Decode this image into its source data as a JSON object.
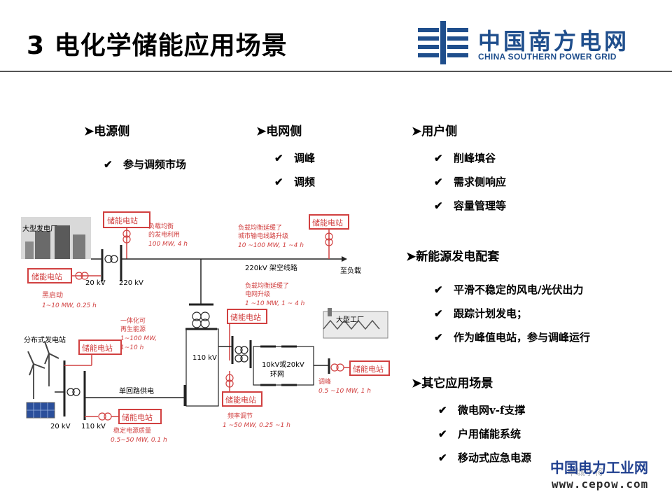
{
  "header": {
    "title": "3 电化学储能应用场景",
    "logo_cn": "中国南方电网",
    "logo_en": "CHINA SOUTHERN POWER GRID",
    "brand_color": "#1f4e8c"
  },
  "sections": {
    "source": {
      "title": "➤电源侧",
      "items": [
        "参与调频市场"
      ]
    },
    "grid": {
      "title": "➤电网侧",
      "items": [
        "调峰",
        "调频"
      ]
    },
    "user": {
      "title": "➤用户侧",
      "items": [
        "削峰填谷",
        "需求侧响应",
        "容量管理等"
      ]
    },
    "renewable": {
      "title": "➤新能源发电配套",
      "items": [
        "平滑不稳定的风电/光伏出力",
        "跟踪计划发电；",
        "作为峰值电站，参与调峰运行"
      ]
    },
    "other": {
      "title": "➤其它应用场景",
      "items": [
        "微电网v-f支撑",
        "户用储能系统",
        "移动式应急电源"
      ]
    }
  },
  "check_mark": "✔",
  "diagram": {
    "plant": "大型发电厂",
    "storage": "储能电站",
    "kv20": "20 kV",
    "kv220": "220 kV",
    "kv110": "110 kV",
    "line220": "220kV 架空线路",
    "to_load": "至负载",
    "blackstart_label": "黑启动",
    "blackstart_spec": "1~10 MW, 0.25 h",
    "balance_gen_1": "负载均衡",
    "balance_gen_2": "的发电利用",
    "balance_gen_spec": "100 MW, 4 h",
    "balance_city_1": "负载均衡延缓了",
    "balance_city_2": "城市输电线路升级",
    "balance_city_spec": "10 ~100 MW, 1 ~4 h",
    "balance_net_1": "负载均衡延缓了",
    "balance_net_2": "电网升级",
    "balance_net_spec": "1 ~10 MW, 1 ~ 4 h",
    "integrate_1": "一体化可",
    "integrate_2": "再生能源",
    "integrate_spec1": "1~100 MW,",
    "integrate_spec2": "1~10 h",
    "distributed": "分布式发电站",
    "single_supply": "单回路供电",
    "stable_label": "稳定电源质量",
    "stable_spec": "0.5~50 MW, 0.1 h",
    "freq_label": "频率调节",
    "freq_spec": "1 ~50 MW, 0.25 ~1 h",
    "ring_1": "10kV或20kV",
    "ring_2": "环网",
    "factory": "大型工厂",
    "peak_label": "调峰",
    "peak_spec": "0.5 ~10 MW, 1 h"
  },
  "watermark": {
    "cn": "中国电力工业网",
    "en": "www.cepow.com",
    "wechat": "丰城小将"
  }
}
